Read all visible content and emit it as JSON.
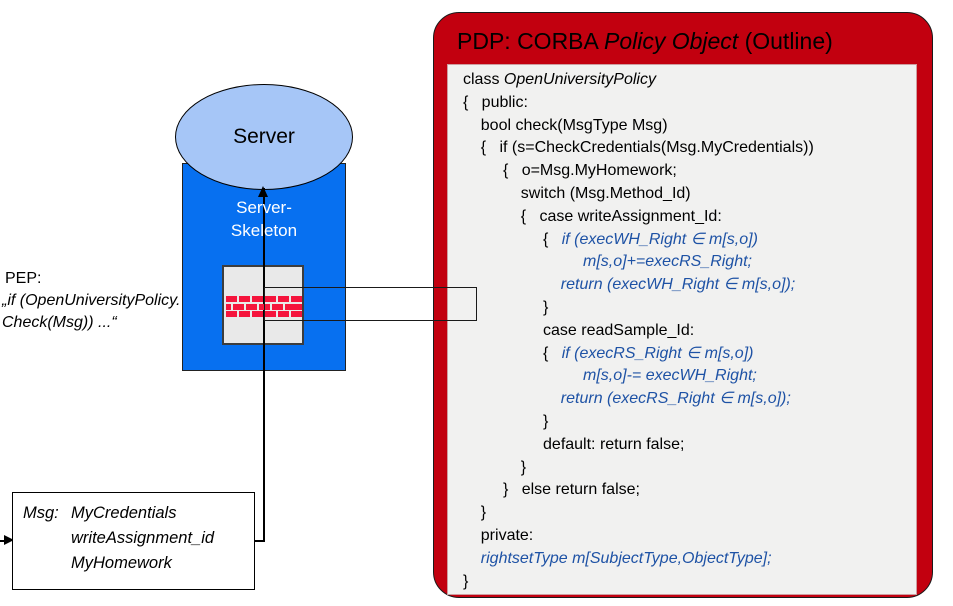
{
  "colors": {
    "pdp_red": "#C2000F",
    "skeleton_blue": "#0770F0",
    "server_fill": "#A6C6F7",
    "code_blue": "#1E52A5",
    "brick_red": "#F5143C",
    "firewall_gray": "#E9E9E9",
    "codebox_bg": "#F1F1F0"
  },
  "server": {
    "label": "Server"
  },
  "skeleton": {
    "lines": [
      "Server-",
      "Skeleton"
    ]
  },
  "pep": {
    "label": "PEP:",
    "code_line1": "„if (OpenUniversityPolicy.",
    "code_line2": "Check(Msg)) ...“"
  },
  "msg_box": {
    "label": "Msg:",
    "items": [
      "MyCredentials",
      "writeAssignment_id",
      "MyHomework"
    ]
  },
  "pdp": {
    "title_parts": [
      {
        "s": "n",
        "t": "PDP: CORBA "
      },
      {
        "s": "i",
        "t": "Policy Object"
      },
      {
        "s": "n",
        "t": " (Outline)"
      }
    ],
    "code_lines": [
      [
        {
          "s": "n",
          "t": "class "
        },
        {
          "s": "i",
          "t": "OpenUniversityPolicy"
        }
      ],
      [
        {
          "s": "n",
          "t": "{   public:"
        }
      ],
      [
        {
          "s": "n",
          "t": "    bool check(MsgType Msg)"
        }
      ],
      [
        {
          "s": "n",
          "t": "    {   if (s=CheckCredentials(Msg.MyCredentials))"
        }
      ],
      [
        {
          "s": "n",
          "t": "         {   o=Msg.MyHomework;"
        }
      ],
      [
        {
          "s": "n",
          "t": "             switch (Msg.Method_Id)"
        }
      ],
      [
        {
          "s": "n",
          "t": "             {   case writeAssignment_Id:"
        }
      ],
      [
        {
          "s": "n",
          "t": "                  {   "
        },
        {
          "s": "b",
          "t": "if (execWH_Right ∈ m[s,o])"
        }
      ],
      [
        {
          "s": "b",
          "t": "                           m[s,o]+=execRS_Right;"
        }
      ],
      [
        {
          "s": "b",
          "t": "                      return (execWH_Right ∈ m[s,o]);"
        }
      ],
      [
        {
          "s": "n",
          "t": "                  }"
        }
      ],
      [
        {
          "s": "n",
          "t": "                  case readSample_Id:"
        }
      ],
      [
        {
          "s": "n",
          "t": "                  {   "
        },
        {
          "s": "b",
          "t": "if (execRS_Right ∈ m[s,o])"
        }
      ],
      [
        {
          "s": "b",
          "t": "                           m[s,o]-= execWH_Right;"
        }
      ],
      [
        {
          "s": "b",
          "t": "                      return (execRS_Right ∈ m[s,o]);"
        }
      ],
      [
        {
          "s": "n",
          "t": "                  }"
        }
      ],
      [
        {
          "s": "n",
          "t": "                  default: return false;"
        }
      ],
      [
        {
          "s": "n",
          "t": "             }"
        }
      ],
      [
        {
          "s": "n",
          "t": "         }   else return false;"
        }
      ],
      [
        {
          "s": "n",
          "t": "    }"
        }
      ],
      [
        {
          "s": "n",
          "t": "    private:"
        }
      ],
      [
        {
          "s": "b",
          "t": "    rightsetType m[SubjectType,ObjectType];"
        }
      ],
      [
        {
          "s": "n",
          "t": "}"
        }
      ]
    ]
  }
}
